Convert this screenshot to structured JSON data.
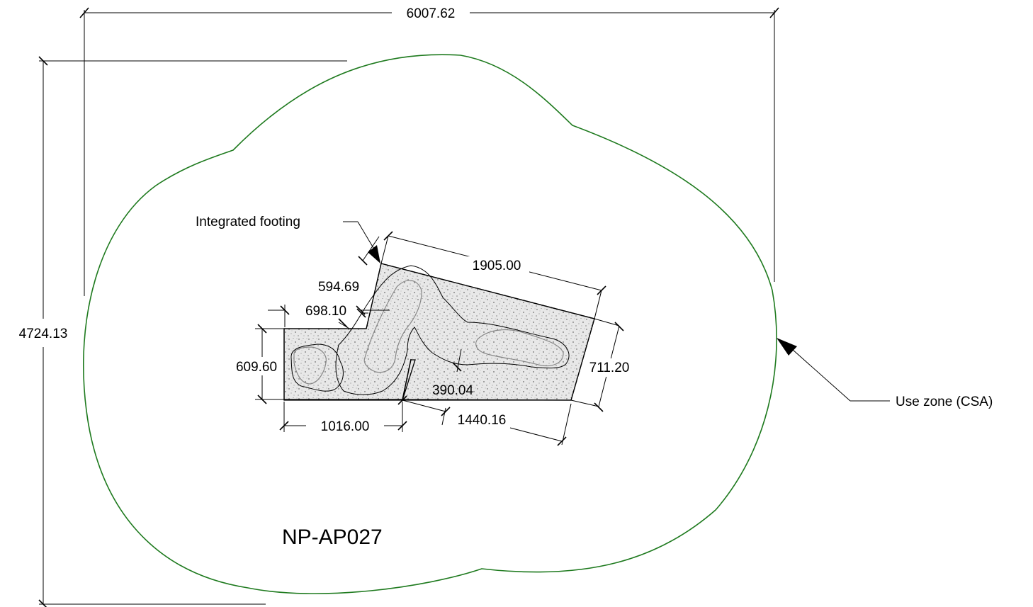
{
  "drawing": {
    "zone_color": "#1e7a1e",
    "id_label": "NP-AP027",
    "callouts": {
      "footing": "Integrated footing",
      "use_zone": "Use zone (CSA)"
    },
    "dimensions": {
      "overall_width": "6007.62",
      "overall_height": "4724.13",
      "slab_length": "1905.00",
      "slab_width": "711.20",
      "left_top": "594.69",
      "left_step": "698.10",
      "left_height": "609.60",
      "bottom_left": "1016.00",
      "bottom_diag": "1440.16",
      "inner_depth": "390.04"
    }
  }
}
